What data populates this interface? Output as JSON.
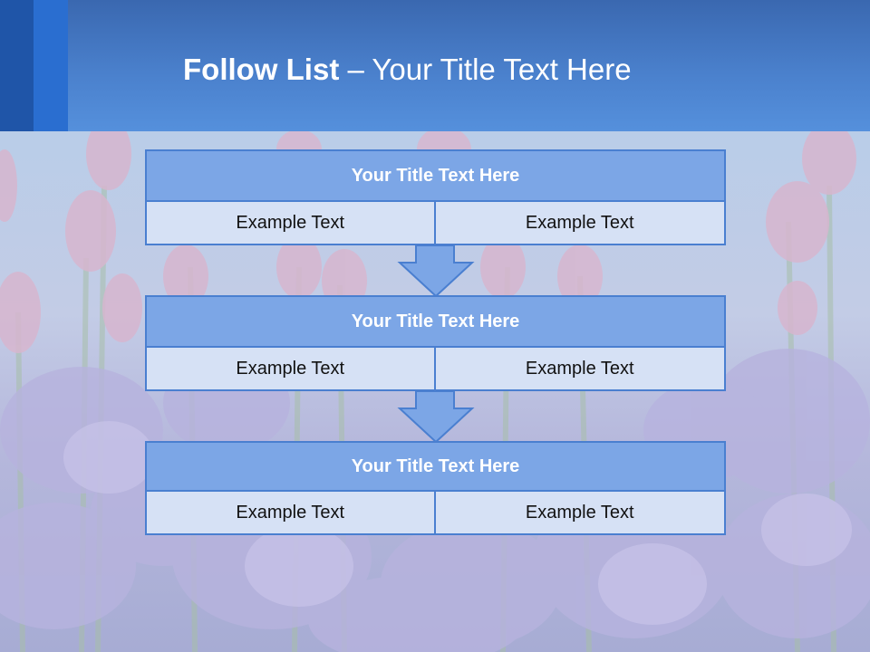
{
  "slide": {
    "title_bold": "Follow List",
    "title_rest": " – Your Title Text Here"
  },
  "steps": [
    {
      "title": "Your Title Text Here",
      "left_text": "Example Text",
      "right_text": "Example Text"
    },
    {
      "title": "Your Title Text Here",
      "left_text": "Example Text",
      "right_text": "Example Text"
    },
    {
      "title": "Your Title Text Here",
      "left_text": "Example Text",
      "right_text": "Example Text"
    }
  ],
  "colors": {
    "header_bg": "#4a80cc",
    "box_title_fill": "#7ca6e6",
    "box_cell_fill": "#d6e1f5",
    "box_border": "#4a7fd0",
    "arrow_fill": "#7ca6e6"
  }
}
